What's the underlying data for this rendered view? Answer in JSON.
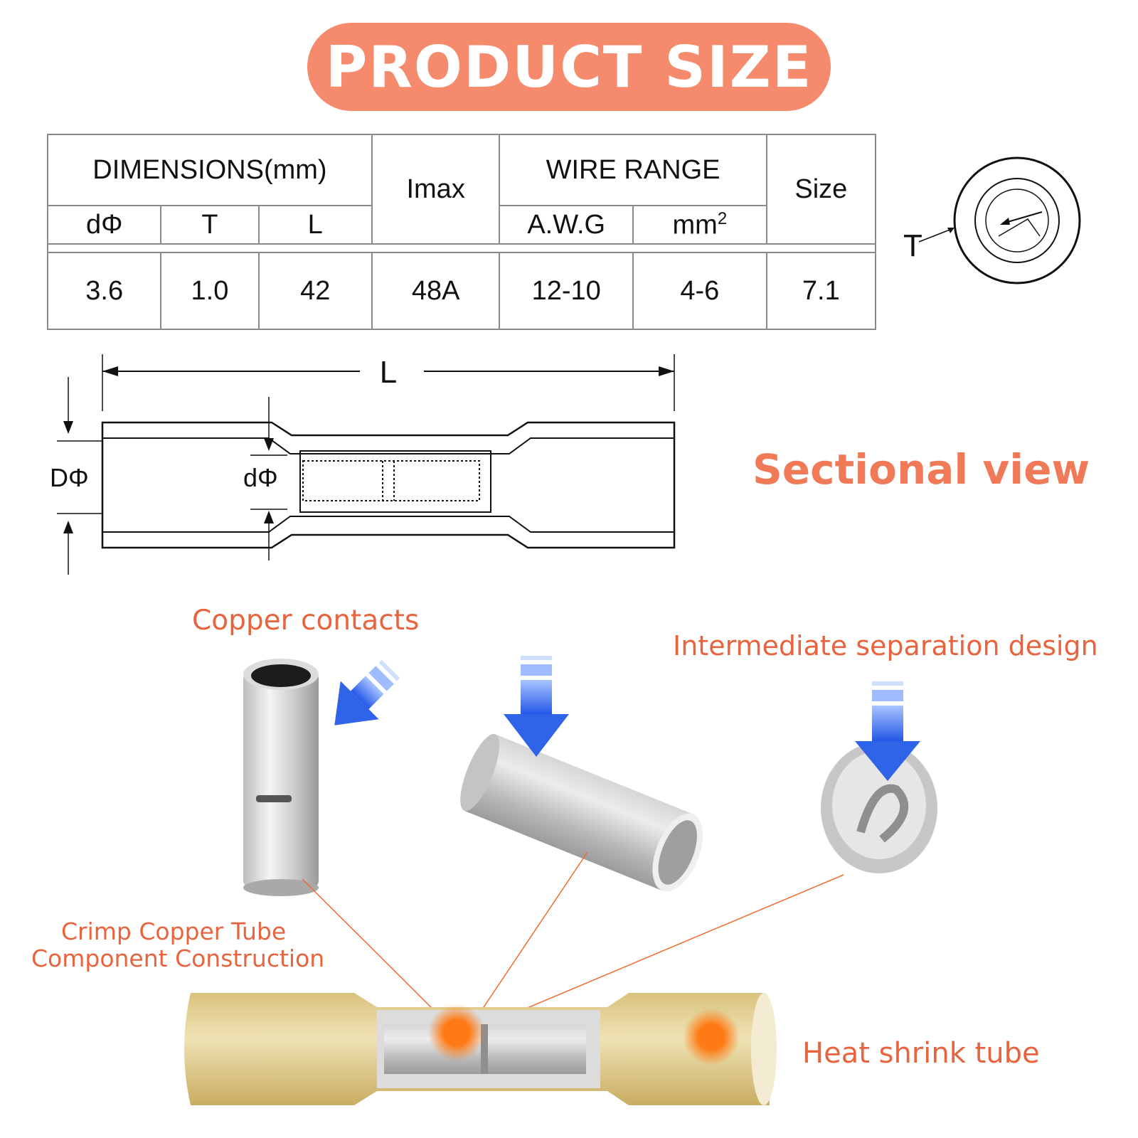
{
  "title": "PRODUCT SIZE",
  "table": {
    "dimensions_label": "DIMENSIONS(mm)",
    "imax_label": "Imax",
    "wire_range_label": "WIRE RANGE",
    "size_label": "Size",
    "sub_d": "dΦ",
    "sub_t": "T",
    "sub_l": "L",
    "sub_awg": "A.W.G",
    "sub_mm2": "mm",
    "sub_mm2_sup": "2",
    "row": {
      "d": "3.6",
      "t": "1.0",
      "l": "42",
      "imax": "48A",
      "awg": "12-10",
      "mm2": "4-6",
      "size": "7.1"
    }
  },
  "diagram": {
    "length_label": "L",
    "outer_diameter_label": "DΦ",
    "inner_diameter_label": "dΦ",
    "thickness_label": "T",
    "sectional_view_label": "Sectional view"
  },
  "callouts": {
    "copper_contacts": "Copper contacts",
    "intermediate_separation": "Intermediate separation design",
    "crimp_line1": "Crimp Copper Tube",
    "crimp_line2": "Component Construction",
    "heat_shrink": "Heat shrink tube"
  },
  "colors": {
    "accent": "#f58a6c",
    "callout_text": "#e8643e",
    "arrow_blue": "#2f63e8",
    "tube_yellow": "#e4cf8e",
    "dot_orange": "#ff7a14"
  }
}
